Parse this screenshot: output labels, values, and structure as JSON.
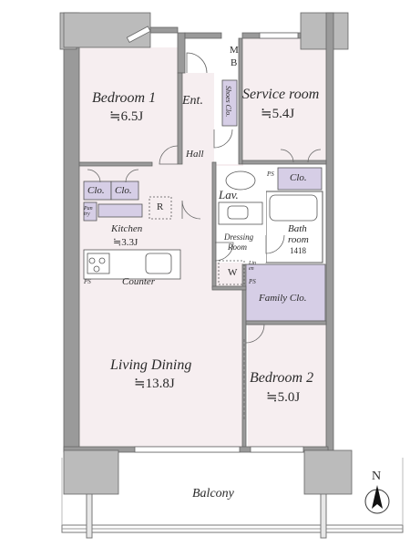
{
  "rooms": {
    "bedroom1": {
      "name": "Bedroom 1",
      "area": "≒6.5J"
    },
    "service": {
      "name": "Service room",
      "area": "≒5.4J"
    },
    "kitchen": {
      "name": "Kitchen",
      "area": "≒3.3J"
    },
    "living": {
      "name": "Living Dining",
      "area": "≒13.8J"
    },
    "bedroom2": {
      "name": "Bedroom 2",
      "area": "≒5.0J"
    },
    "balcony": {
      "name": "Balcony"
    }
  },
  "labels": {
    "ent": "Ent.",
    "hall": "Hall",
    "lav": "Lav.",
    "mb_m": "M",
    "mb_b": "B",
    "shoes": "Shoes Clo.",
    "clo1": "Clo.",
    "clo2": "Clo.",
    "clo3": "Clo.",
    "pantry": "Pan try",
    "fridge": "R",
    "counter": "Counter",
    "dressing1": "Dressing",
    "dressing2": "Room",
    "washer": "W",
    "bath1": "Bath",
    "bath2": "room",
    "bath_size": "1418",
    "family_clo": "Family Clo.",
    "ps1": "PS",
    "ps2": "PS",
    "ps3": "PS",
    "linen": "Lin en",
    "north": "N"
  },
  "colors": {
    "room_fill": "#f6eef0",
    "closet_fill": "#d6cee6",
    "wall": "#8a8a8a",
    "line": "#555555"
  }
}
